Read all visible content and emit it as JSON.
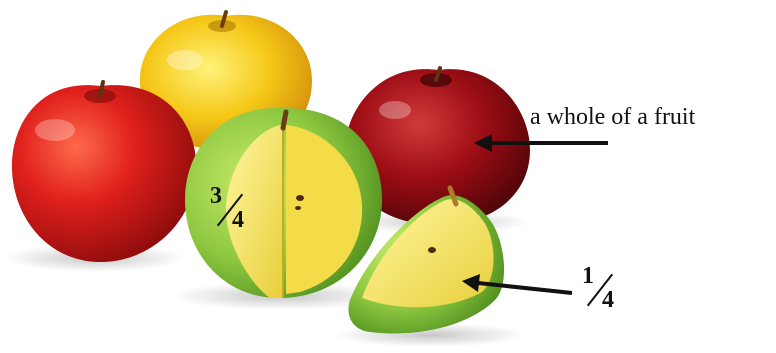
{
  "labels": {
    "whole": "a whole of a fruit",
    "three_quarters": {
      "numerator": "3",
      "denominator": "4"
    },
    "one_quarter": {
      "numerator": "1",
      "denominator": "4"
    }
  },
  "colors": {
    "red_apple": "#d81e1e",
    "dark_red_apple": "#9c0d14",
    "yellow_apple": "#f5c818",
    "green_peel": "#8cc63f",
    "flesh": "#f2e05a",
    "arrow": "#111111"
  }
}
